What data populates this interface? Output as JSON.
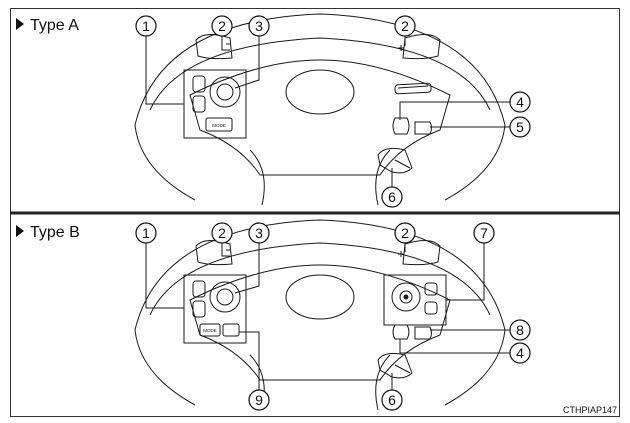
{
  "panels": [
    {
      "title": "Type A",
      "callouts": [
        "1",
        "2",
        "3",
        "2",
        "4",
        "5",
        "6"
      ],
      "mode_button": "MODE"
    },
    {
      "title": "Type B",
      "callouts": [
        "1",
        "2",
        "3",
        "2",
        "7",
        "8",
        "4",
        "9",
        "6"
      ],
      "mode_button": "MODE"
    }
  ],
  "figure_code": "CTHPIAP147",
  "colors": {
    "line": "#1a1a1a",
    "divider": "#222222",
    "background": "#ffffff"
  }
}
